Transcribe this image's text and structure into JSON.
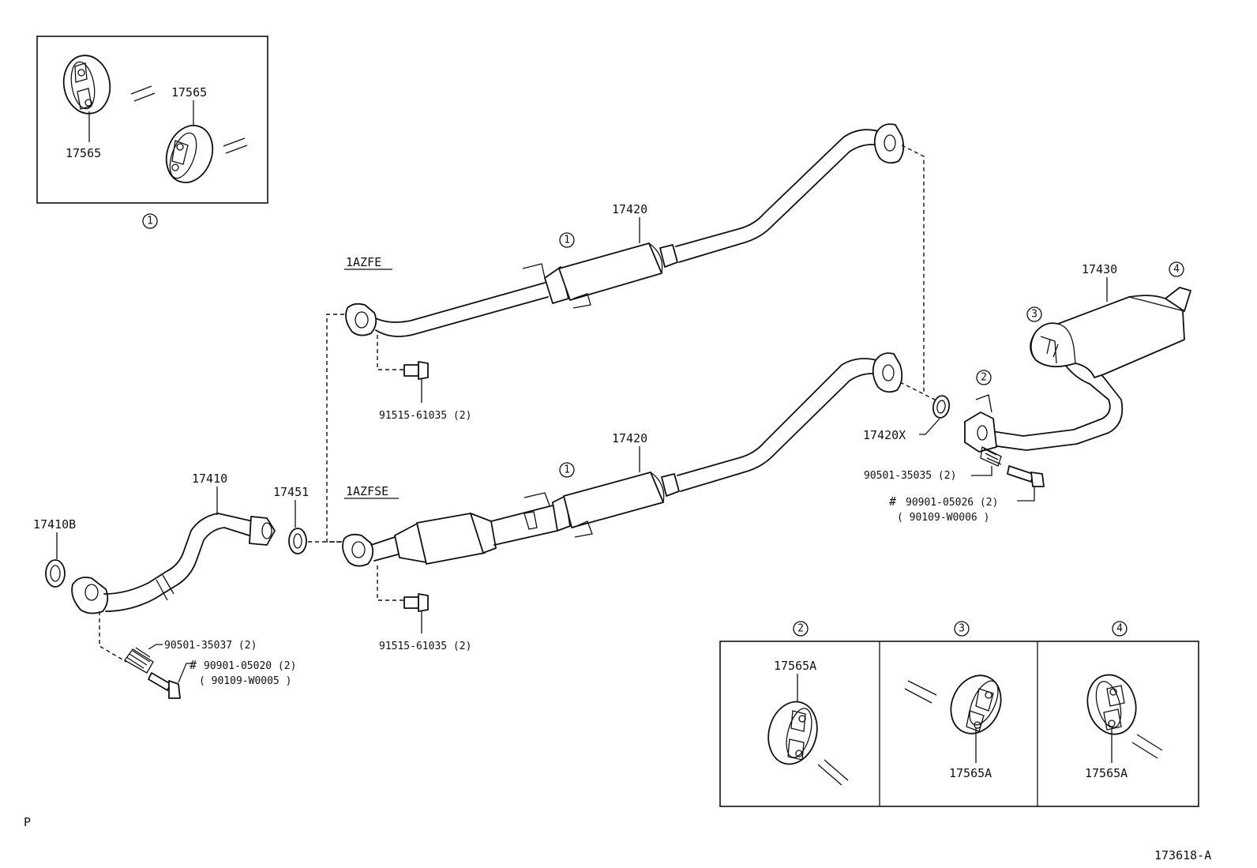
{
  "labels": {
    "hanger_top_a": "17565",
    "hanger_top_b": "17565",
    "pipe_front": "17410",
    "gasket_front": "17410B",
    "gasket_mid": "17451",
    "center_pipe_upper": "17420",
    "center_pipe_lower": "17420",
    "gasket_rear": "17420X",
    "tail_pipe": "17430",
    "bolt_upper": "91515-61035 (2)",
    "bolt_lower": "91515-61035 (2)",
    "spring_front": "90501-35037 (2)",
    "bolt_front": "90901-05020 (2)",
    "bolt_front_alt": "( 90109-W0005 )",
    "spring_rear": "90501-35035 (2)",
    "bolt_rear": "90901-05026 (2)",
    "bolt_rear_alt": "( 90109-W0006 )",
    "hanger_2": "17565A",
    "hanger_3": "17565A",
    "hanger_4": "17565A",
    "engine_upper": "1AZFE",
    "engine_lower": "1AZFSE",
    "hash_front": "#",
    "hash_rear": "#",
    "page_letter": "P",
    "figure_code": "173618-A"
  },
  "callouts": {
    "c1_box": "1",
    "c1_upper": "1",
    "c1_lower": "1",
    "c2_muffler": "2",
    "c3_muffler": "3",
    "c4_muffler": "4",
    "c2_box": "2",
    "c3_box": "3",
    "c4_box": "4"
  }
}
